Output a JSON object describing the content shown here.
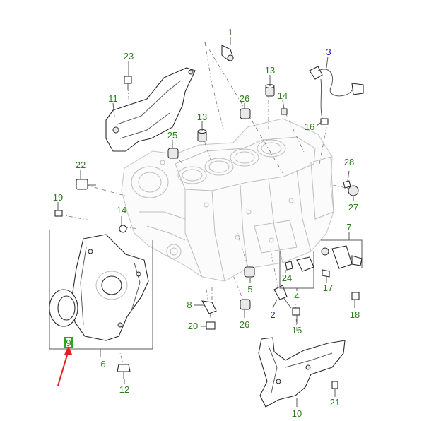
{
  "colors": {
    "callout_green": "#2e7d1f",
    "callout_blue": "#1a1acc",
    "pointer_arrow": "#e02020",
    "highlight_box": "#22aa22"
  },
  "callouts": [
    {
      "id": "c1",
      "text": "1",
      "color": "green"
    },
    {
      "id": "c2",
      "text": "2",
      "color": "blue"
    },
    {
      "id": "c3",
      "text": "3",
      "color": "blue"
    },
    {
      "id": "c4",
      "text": "4",
      "color": "green"
    },
    {
      "id": "c5",
      "text": "5",
      "color": "green"
    },
    {
      "id": "c6",
      "text": "6",
      "color": "green"
    },
    {
      "id": "c7",
      "text": "7",
      "color": "green"
    },
    {
      "id": "c8",
      "text": "8",
      "color": "green"
    },
    {
      "id": "c9",
      "text": "9",
      "color": "green"
    },
    {
      "id": "c10",
      "text": "10",
      "color": "green"
    },
    {
      "id": "c11",
      "text": "11",
      "color": "green"
    },
    {
      "id": "c12",
      "text": "12",
      "color": "green"
    },
    {
      "id": "c13a",
      "text": "13",
      "color": "green"
    },
    {
      "id": "c13b",
      "text": "13",
      "color": "green"
    },
    {
      "id": "c14a",
      "text": "14",
      "color": "green"
    },
    {
      "id": "c14b",
      "text": "14",
      "color": "green"
    },
    {
      "id": "c16a",
      "text": "16",
      "color": "green"
    },
    {
      "id": "c16b",
      "text": "16",
      "color": "green"
    },
    {
      "id": "c17",
      "text": "17",
      "color": "green"
    },
    {
      "id": "c18",
      "text": "18",
      "color": "green"
    },
    {
      "id": "c19",
      "text": "19",
      "color": "green"
    },
    {
      "id": "c20",
      "text": "20",
      "color": "green"
    },
    {
      "id": "c21",
      "text": "21",
      "color": "green"
    },
    {
      "id": "c22",
      "text": "22",
      "color": "green"
    },
    {
      "id": "c23",
      "text": "23",
      "color": "green"
    },
    {
      "id": "c24",
      "text": "24",
      "color": "green"
    },
    {
      "id": "c25",
      "text": "25",
      "color": "green"
    },
    {
      "id": "c26a",
      "text": "26",
      "color": "green"
    },
    {
      "id": "c26b",
      "text": "26",
      "color": "green"
    },
    {
      "id": "c27",
      "text": "27",
      "color": "green"
    },
    {
      "id": "c28",
      "text": "28",
      "color": "green"
    }
  ]
}
